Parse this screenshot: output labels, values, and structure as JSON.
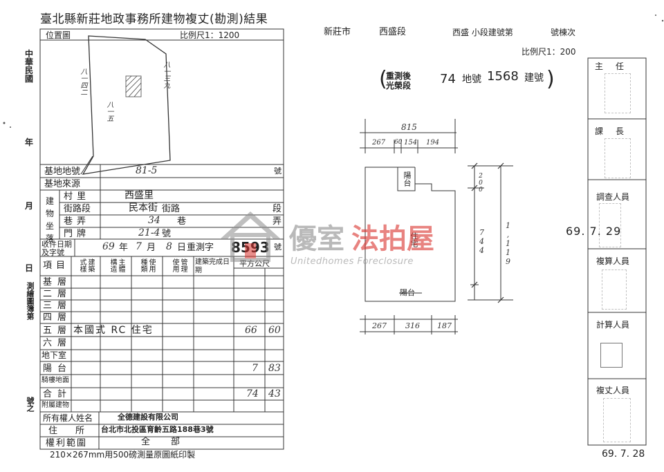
{
  "header": {
    "title": "臺北縣新莊地政事務所建物複丈(勘測)結果",
    "left_margin": [
      "中",
      "華",
      "民",
      "國",
      "年",
      "月",
      "日",
      "測繪圖簿第",
      "號之"
    ]
  },
  "location_map": {
    "label": "位置圖",
    "scale": "比例尺1：1200",
    "parcels": [
      "八一四二",
      "八一三九",
      "八一五"
    ]
  },
  "form": {
    "base_no": {
      "label": "基地地號",
      "value": "81-5",
      "suffix": "號"
    },
    "base_source": {
      "label": "基地來源"
    },
    "location_label": [
      "建物",
      "坐落"
    ],
    "village": {
      "label": "村里",
      "value": "西盛里"
    },
    "street": {
      "label": "街路段",
      "value": "民本街",
      "suffix1": "街路",
      "suffix2": "段"
    },
    "lane": {
      "label": "巷弄",
      "value": "34",
      "suffix1": "巷",
      "suffix2": "弄"
    },
    "door": {
      "label": "門牌",
      "value": "21-4",
      "suffix": "號"
    },
    "doc": {
      "label1": "收件日期",
      "label2": "及字號",
      "year": "69",
      "month": "7",
      "day": "8",
      "unit_year": "年",
      "unit_month": "月",
      "unit_day": "日",
      "word": "重測字",
      "number": "8593",
      "suffix": "號"
    }
  },
  "table": {
    "headers": [
      "項目",
      "建築式樣",
      "主體構造",
      "使用種類",
      "管理使用",
      "建築完成日期",
      "平方公尺"
    ],
    "rows": [
      {
        "item": "基層"
      },
      {
        "item": "二層"
      },
      {
        "item": "三層"
      },
      {
        "item": "四層"
      },
      {
        "item": "五層",
        "content": "本國式 RC 住宅",
        "area_int": "66",
        "area_dec": "60"
      },
      {
        "item": "六層"
      },
      {
        "item": "地下室"
      },
      {
        "item": "陽台",
        "area_int": "7",
        "area_dec": "83"
      },
      {
        "item": "騎樓地面"
      },
      {
        "item": "合計",
        "area_int": "74",
        "area_dec": "43"
      },
      {
        "item": "附屬建物"
      }
    ]
  },
  "owner": {
    "name_label": "所有權人姓名",
    "name_value": "全德建設有限公司",
    "address_label": "住所",
    "address_value": "台北市北投區育齡五路188巷3號",
    "scope_label": "權利範圍",
    "scope_value": "全部"
  },
  "footer_note": "210×267mm用500磅測量原圖紙印製",
  "right_header": {
    "city": "新莊市",
    "section": "西盛段",
    "subsection": "西盛 小段建號第",
    "number_label": "號棟次",
    "scale": "比例尺1：200",
    "remeasure": [
      "重測後",
      "光榮段"
    ],
    "land_no": "74",
    "land_label": "地號",
    "bldg_no": "1568",
    "bldg_label": "建號"
  },
  "floor_plan": {
    "top_total": "815",
    "top_segments": [
      "267",
      "60",
      "154",
      "194"
    ],
    "bottom_segments": [
      "267",
      "316",
      "187"
    ],
    "side_total": "1,119",
    "side_main": "744",
    "side_top": "200",
    "rooms": [
      "陽台",
      "住宅",
      "陽台"
    ]
  },
  "signatures": {
    "titles": [
      "主任",
      "課長",
      "調查人員",
      "複算人員",
      "計算人員",
      "複丈人員"
    ],
    "date1": "69. 7. 29",
    "date2": "69. 7. 28"
  },
  "watermark": {
    "brand_zh_1": "優室",
    "brand_zh_2": "法拍屋",
    "brand_en": "Unitedhomes Foreclosure",
    "red": "#d9322d",
    "gray": "#8c8c8c"
  }
}
